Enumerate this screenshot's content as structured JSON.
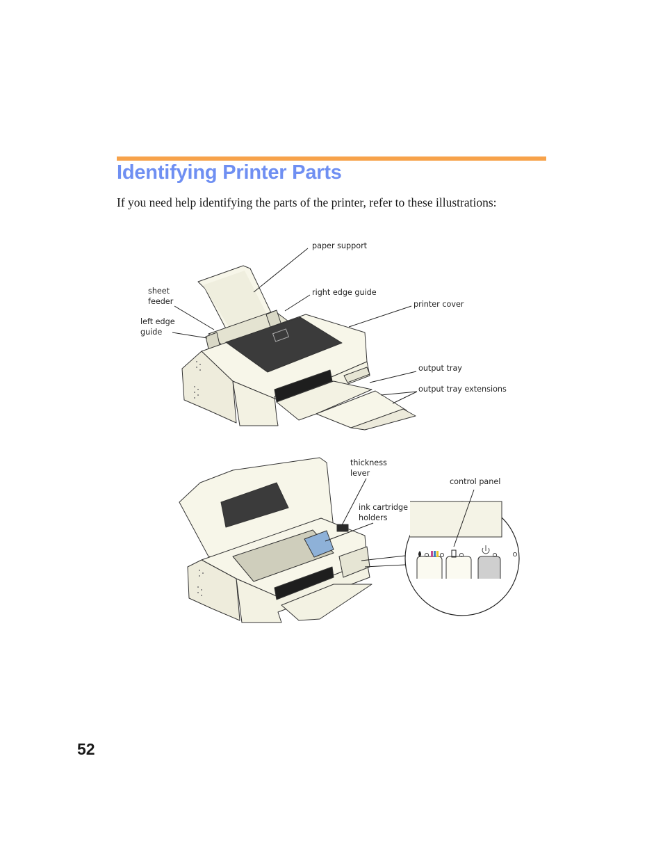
{
  "heading": {
    "title": "Identifying Printer Parts"
  },
  "intro": "If you need help identifying the parts of the printer, refer to these illustrations:",
  "accent_colors": {
    "rule": "#f7a24a",
    "title": "#6f8ff2"
  },
  "figure1": {
    "labels": {
      "paper_support": "paper support",
      "sheet_feeder": "sheet\nfeeder",
      "right_edge_guide": "right edge guide",
      "printer_cover": "printer cover",
      "left_edge_guide": "left edge\nguide",
      "output_tray": "output tray",
      "output_tray_extensions": "output tray extensions"
    }
  },
  "figure2": {
    "labels": {
      "thickness_lever": "thickness\nlever",
      "control_panel": "control panel",
      "ink_cartridge_holders": "ink cartridge\nholders"
    }
  },
  "page_number": "52"
}
